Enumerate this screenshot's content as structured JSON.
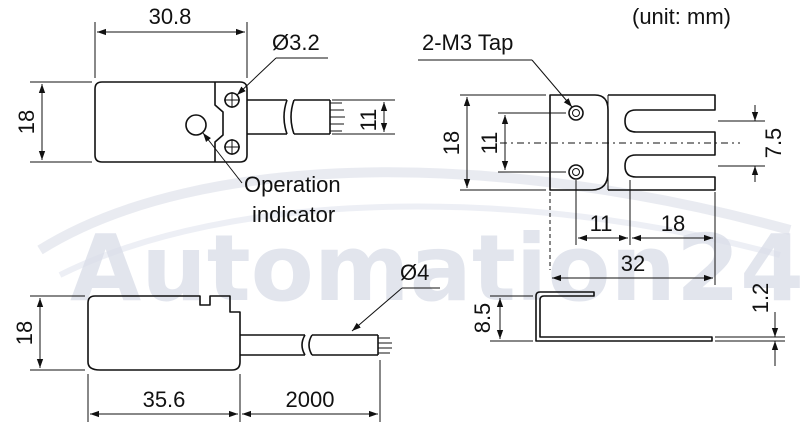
{
  "unit_note": "(unit: mm)",
  "watermark": {
    "text": "Automation24",
    "color": "#d9dde8"
  },
  "top_view": {
    "width_dim": "30.8",
    "height_dim": "18",
    "hole_dim": "Ø3.2",
    "cable_dim": "11",
    "indicator_label_line1": "Operation",
    "indicator_label_line2": "indicator"
  },
  "side_view": {
    "height_dim": "18",
    "body_length_dim": "35.6",
    "cable_length_dim": "2000",
    "cable_dia_dim": "Ø4"
  },
  "bracket_front": {
    "tap_label": "2-M3 Tap",
    "height_dim": "18",
    "hole_pitch_dim": "11",
    "slot_dim": "7.5",
    "dim_a": "11",
    "dim_b": "18",
    "total_dim": "32"
  },
  "bracket_side": {
    "height_dim": "8.5",
    "thickness_dim": "1.2"
  },
  "colors": {
    "line": "#111111",
    "background": "#ffffff"
  }
}
